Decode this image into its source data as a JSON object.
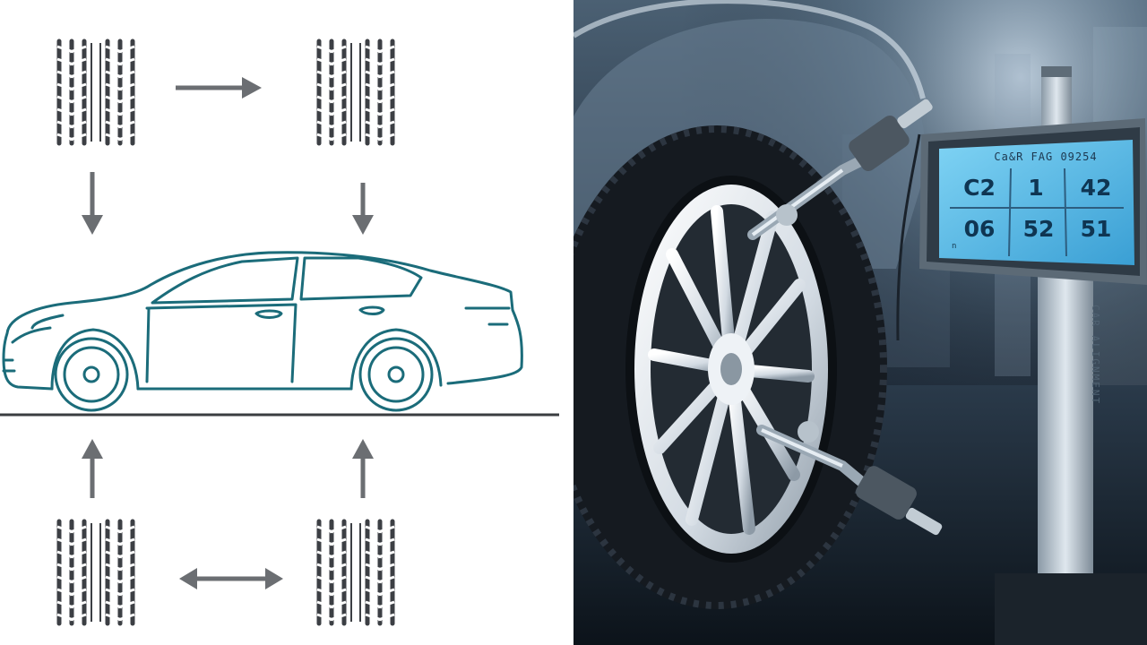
{
  "diagram": {
    "title": "",
    "colors": {
      "tire": "#3c3f44",
      "arrow": "#6b6e72",
      "car_outline": "#1b6c7a",
      "ground": "#3a3d40"
    },
    "arrows": [
      {
        "name": "front-left-to-front-right",
        "direction": "right"
      },
      {
        "name": "front-left-to-car",
        "direction": "down"
      },
      {
        "name": "front-right-to-car",
        "direction": "down"
      },
      {
        "name": "rear-left-to-car",
        "direction": "up"
      },
      {
        "name": "rear-right-to-car",
        "direction": "up"
      },
      {
        "name": "rear-left-rear-right-swap",
        "direction": "both"
      }
    ],
    "tires": [
      "front-left",
      "front-right",
      "rear-left",
      "rear-right"
    ]
  },
  "photo": {
    "description_icon": "wheel-alignment-machine",
    "screen": {
      "header": "Ca&R FAG 09254",
      "rows": [
        [
          "C2",
          "1",
          "42"
        ],
        [
          "06",
          "52",
          "51"
        ]
      ],
      "footer": "n"
    },
    "post_label": "CAR ALIGNMENT",
    "colors": {
      "screen_bg": "#4fb7e6",
      "screen_frame": "#5c6a76",
      "rim": "#e7ecf1",
      "tire": "#151a20"
    }
  }
}
